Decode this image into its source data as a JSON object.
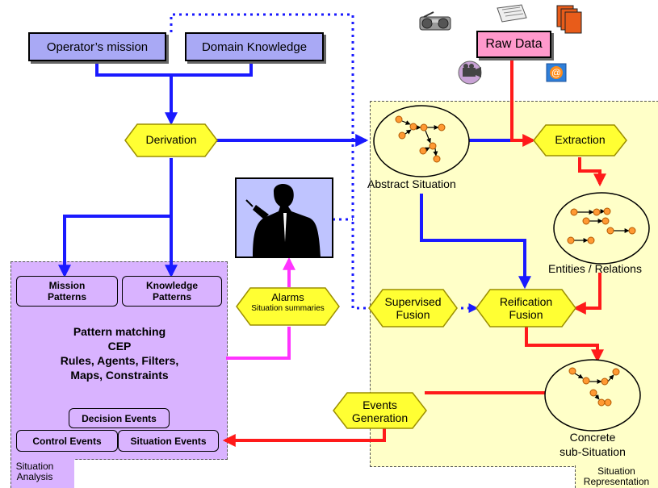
{
  "colors": {
    "blue_arrow": "#1a1aff",
    "red_arrow": "#ff1a1a",
    "magenta_arrow": "#ff33ff",
    "hexagon_fill": "#ffff33",
    "box_fill": "#a9a9f5",
    "raw_data_fill": "#ff99cc",
    "analysis_zone": "#d9b3ff",
    "representation_zone": "#ffffc8",
    "graph_node": "#ff9933"
  },
  "top_boxes": {
    "mission": "Operator’s mission",
    "domain": "Domain Knowledge",
    "raw": "Raw Data"
  },
  "hexagons": {
    "derivation": "Derivation",
    "extraction": "Extraction",
    "alarms_line1": "Alarms",
    "alarms_line2": "Situation summaries",
    "supervised_line1": "Supervised",
    "supervised_line2": "Fusion",
    "reification_line1": "Reification",
    "reification_line2": "Fusion",
    "events_line1": "Events",
    "events_line2": "Generation"
  },
  "graphs": {
    "abstract": "Abstract Situation",
    "entities": "Entities / Relations",
    "concrete_line1": "Concrete",
    "concrete_line2": "sub-Situation"
  },
  "analysis": {
    "mission_line1": "Mission",
    "mission_line2": "Patterns",
    "knowledge_line1": "Knowledge",
    "knowledge_line2": "Patterns",
    "main_line1": "Pattern matching",
    "main_line2": "CEP",
    "main_line3": "Rules, Agents, Filters,",
    "main_line4": "Maps, Constraints",
    "decision": "Decision Events",
    "control": "Control Events",
    "situation_events": "Situation Events",
    "zone_line1": "Situation",
    "zone_line2": "Analysis"
  },
  "representation": {
    "zone_line1": "Situation",
    "zone_line2": "Representation"
  },
  "icons": [
    "radio-icon",
    "newspaper-icon",
    "documents-icon",
    "video-camera-icon",
    "email-icon",
    "operator-silhouette-icon"
  ]
}
